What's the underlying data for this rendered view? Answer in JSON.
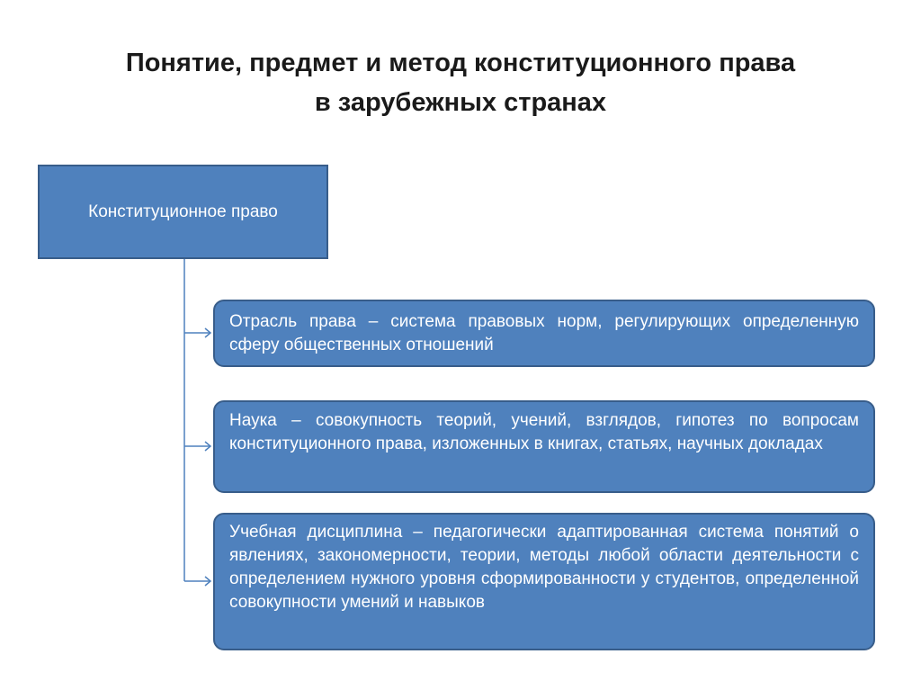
{
  "slide": {
    "title_line1": "Понятие, предмет и метод конституционного права",
    "title_line2": "в зарубежных странах"
  },
  "diagram": {
    "root_label": "Конституционное право",
    "items": [
      {
        "text": "Отрасль права – система правовых норм, регулирующих определенную сферу общественных отношений"
      },
      {
        "text": "Наука – совокупность теорий, учений, взглядов, гипотез по вопросам конституционного права, изложенных в книгах, статьях, научных докладах"
      },
      {
        "text": "Учебная дисциплина – педагогически адаптированная система понятий о явлениях, закономерности, теории, методы любой области деятельности с определением нужного уровня сформированности у студентов, определенной совокупности умений и навыков"
      }
    ],
    "colors": {
      "box_fill": "#4f81bd",
      "box_border": "#385d8a",
      "connector": "#4f81bd",
      "box_text": "#ffffff"
    }
  }
}
